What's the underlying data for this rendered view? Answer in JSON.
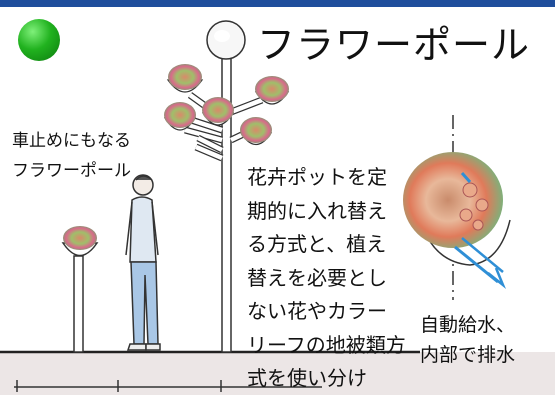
{
  "title": "フラワーポール",
  "left_caption": [
    "車止めにもなる",
    "フラワーポール"
  ],
  "center_caption": [
    "花卉ポットを定",
    "期的に入れ替え",
    "る方式と、植え",
    "替えを必要とし",
    "ない花やカラー",
    "リーフの地被類方",
    "式を使い分け"
  ],
  "right_caption": [
    "自動給水、",
    "内部で排水"
  ],
  "colors": {
    "header_bar": "#1f4e9c",
    "status": "#21b21f",
    "ground": "#ece6e6",
    "water_arrow": "#2f8fd6"
  }
}
